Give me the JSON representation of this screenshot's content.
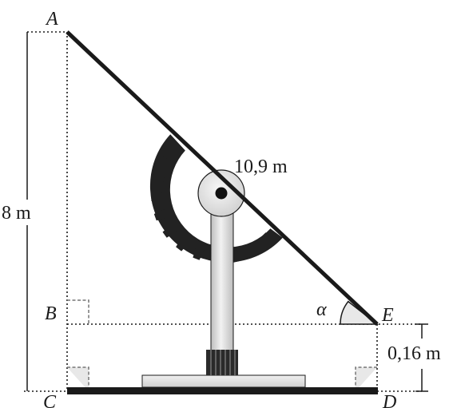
{
  "points": {
    "A": "A",
    "B": "B",
    "C": "C",
    "D": "D",
    "E": "E"
  },
  "measures": {
    "hypotenuse": "10,9 m",
    "height": "8 m",
    "gap": "0,16 m",
    "angle": "α"
  },
  "colors": {
    "ink": "#1a1a1a",
    "gear": "#222222",
    "metal_light": "#e6e6e6",
    "metal_mid": "#c8c8c8",
    "marker_fill": "#e8e8e8"
  }
}
